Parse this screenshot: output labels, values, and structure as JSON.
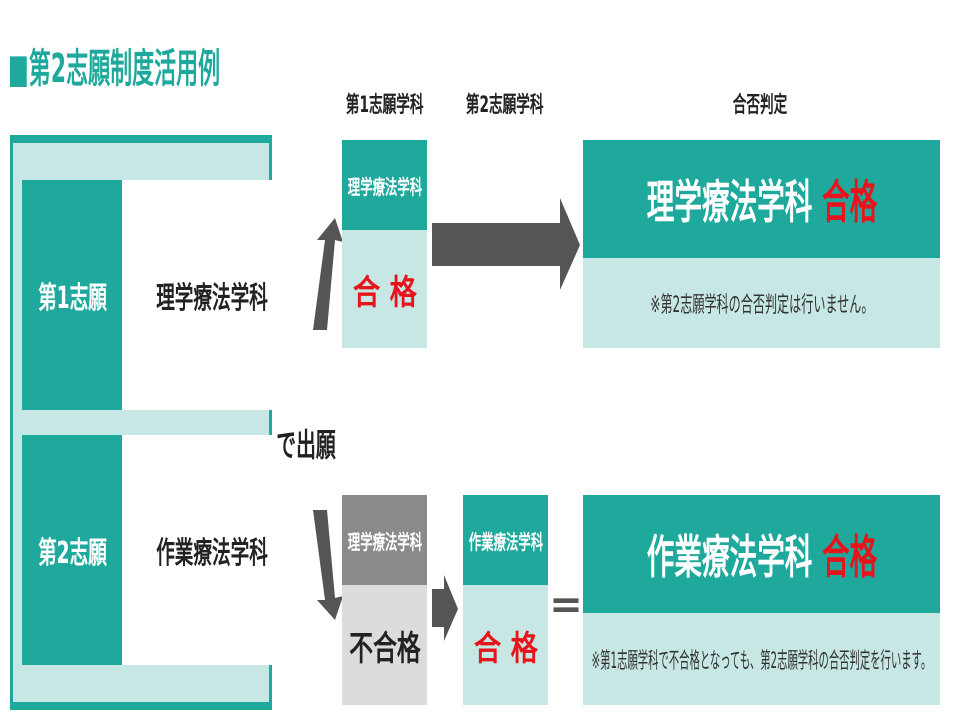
{
  "title": "■第2志願制度活用例",
  "via": "で出願",
  "headers": {
    "first": "第1志願学科",
    "second": "第2志願学科",
    "result": "合否判定"
  },
  "applicant": [
    {
      "label": "第1志願",
      "dept": "理学療法学科"
    },
    {
      "label": "第2志願",
      "dept": "作業療法学科"
    }
  ],
  "case1": {
    "first_dept": "理学療法学科",
    "first_result": "合 格",
    "result_dept": "理学療法学科",
    "result_status": "合格",
    "note": "※第2志願学科の合否判定は行いません。"
  },
  "case2": {
    "first_dept": "理学療法学科",
    "first_result": "不合格",
    "second_dept": "作業療法学科",
    "second_result": "合 格",
    "equals": "=",
    "result_dept": "作業療法学科",
    "result_status": "合格",
    "note": "※第1志願学科で不合格となっても、第2志願学科の合否判定を行います。"
  },
  "colors": {
    "teal": "#1fa99c",
    "light": "#c6e7e3",
    "red": "#e8141c",
    "gray": "#8a8a8a"
  }
}
